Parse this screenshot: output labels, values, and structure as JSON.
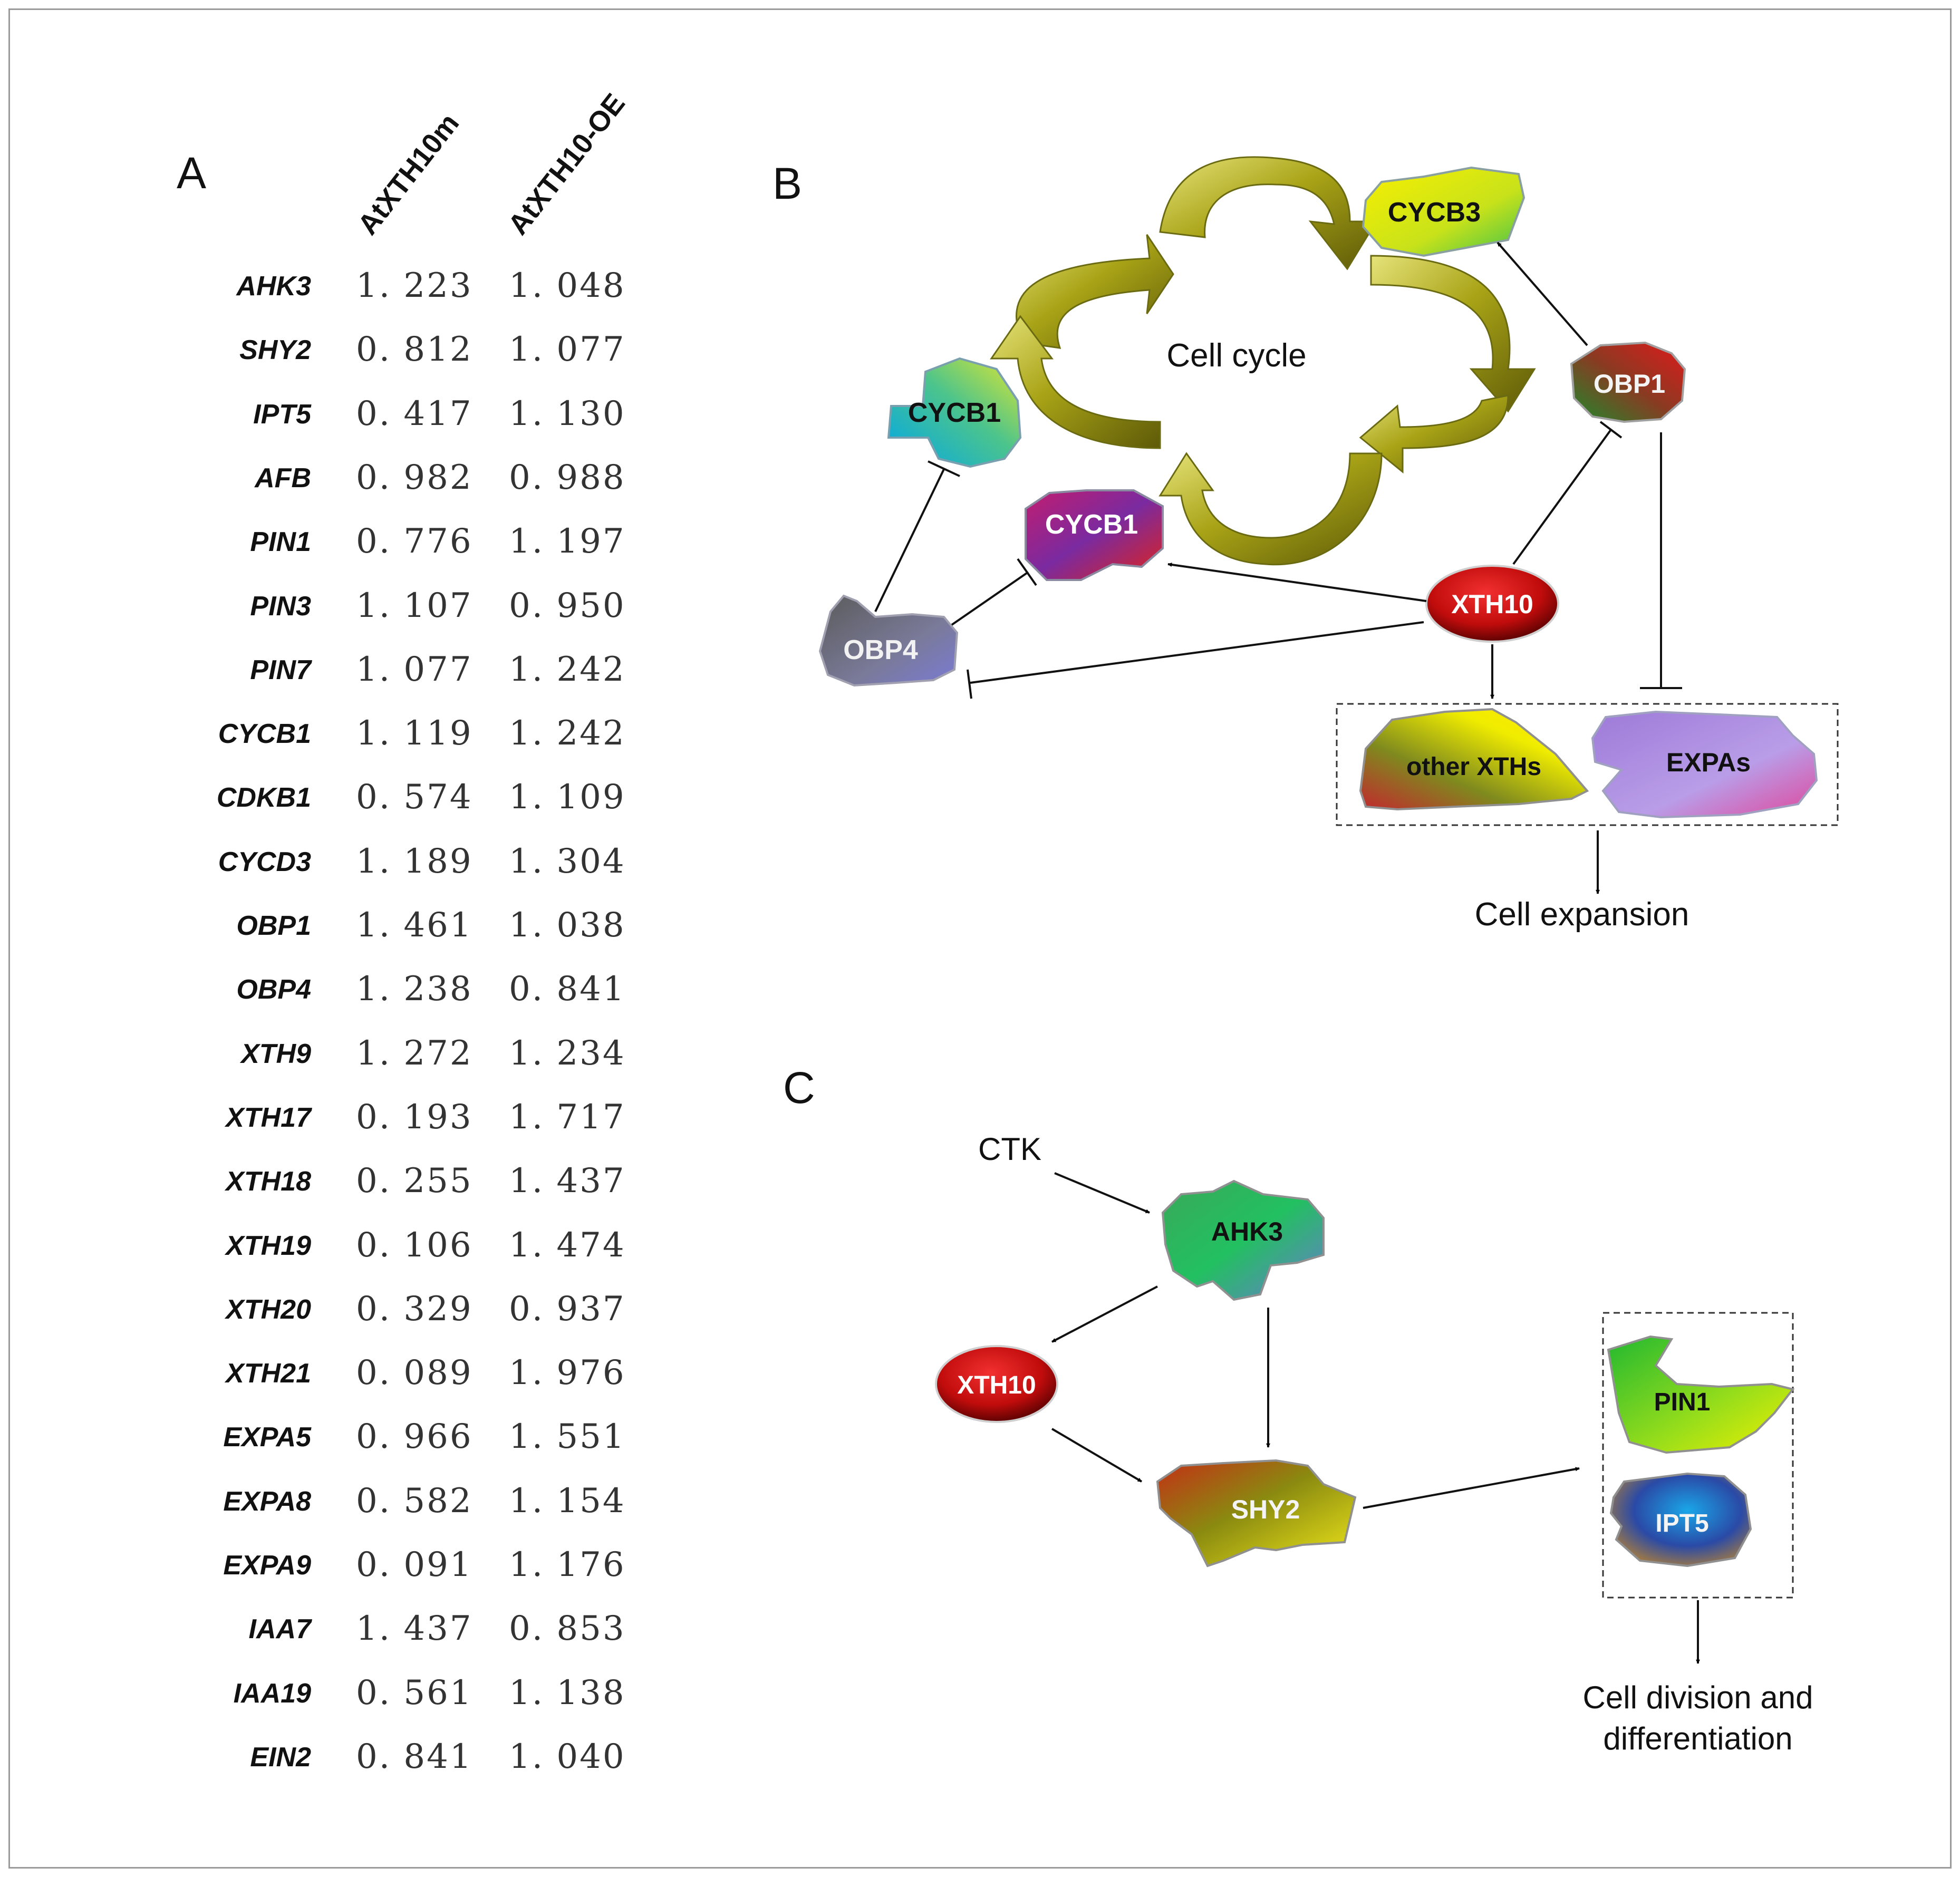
{
  "panels": {
    "a": "A",
    "b": "B",
    "c": "C"
  },
  "table": {
    "columns": [
      "AtXTH10m",
      "AtXTH10-OE"
    ],
    "rows": [
      {
        "gene": "AHK3",
        "m": "1. 223",
        "oe": "1. 048"
      },
      {
        "gene": "SHY2",
        "m": "0. 812",
        "oe": "1. 077"
      },
      {
        "gene": "IPT5",
        "m": "0. 417",
        "oe": "1. 130"
      },
      {
        "gene": "AFB",
        "m": "0. 982",
        "oe": "0. 988"
      },
      {
        "gene": "PIN1",
        "m": "0. 776",
        "oe": "1. 197"
      },
      {
        "gene": "PIN3",
        "m": "1. 107",
        "oe": "0. 950"
      },
      {
        "gene": "PIN7",
        "m": "1. 077",
        "oe": "1. 242"
      },
      {
        "gene": "CYCB1",
        "m": "1. 119",
        "oe": "1. 242"
      },
      {
        "gene": "CDKB1",
        "m": "0. 574",
        "oe": "1. 109"
      },
      {
        "gene": "CYCD3",
        "m": "1. 189",
        "oe": "1. 304"
      },
      {
        "gene": "OBP1",
        "m": "1. 461",
        "oe": "1. 038"
      },
      {
        "gene": "OBP4",
        "m": "1. 238",
        "oe": "0. 841"
      },
      {
        "gene": "XTH9",
        "m": "1. 272",
        "oe": "1. 234"
      },
      {
        "gene": "XTH17",
        "m": "0. 193",
        "oe": "1. 717"
      },
      {
        "gene": "XTH18",
        "m": "0. 255",
        "oe": "1. 437"
      },
      {
        "gene": "XTH19",
        "m": "0. 106",
        "oe": "1. 474"
      },
      {
        "gene": "XTH20",
        "m": "0. 329",
        "oe": "0. 937"
      },
      {
        "gene": "XTH21",
        "m": "0. 089",
        "oe": "1. 976"
      },
      {
        "gene": "EXPA5",
        "m": "0. 966",
        "oe": "1. 551"
      },
      {
        "gene": "EXPA8",
        "m": "0. 582",
        "oe": "1. 154"
      },
      {
        "gene": "EXPA9",
        "m": "0. 091",
        "oe": "1. 176"
      },
      {
        "gene": "IAA7",
        "m": "1. 437",
        "oe": "0. 853"
      },
      {
        "gene": "IAA19",
        "m": "0. 561",
        "oe": "1. 138"
      },
      {
        "gene": "EIN2",
        "m": "0. 841",
        "oe": "1. 040"
      }
    ]
  },
  "panel_b": {
    "cell_cycle": "Cell cycle",
    "cycb3": "CYCB3",
    "cycb1_top": "CYCB1",
    "cycb1_bottom": "CYCB1",
    "obp1": "OBP1",
    "obp4": "OBP4",
    "xth10": "XTH10",
    "other_xths": "other XTHs",
    "expas": "EXPAs",
    "cell_expansion": "Cell expansion"
  },
  "panel_c": {
    "ctk": "CTK",
    "ahk3": "AHK3",
    "xth10": "XTH10",
    "shy2": "SHY2",
    "pin1": "PIN1",
    "ipt5": "IPT5",
    "outcome_line1": "Cell division and",
    "outcome_line2": "differentiation"
  }
}
